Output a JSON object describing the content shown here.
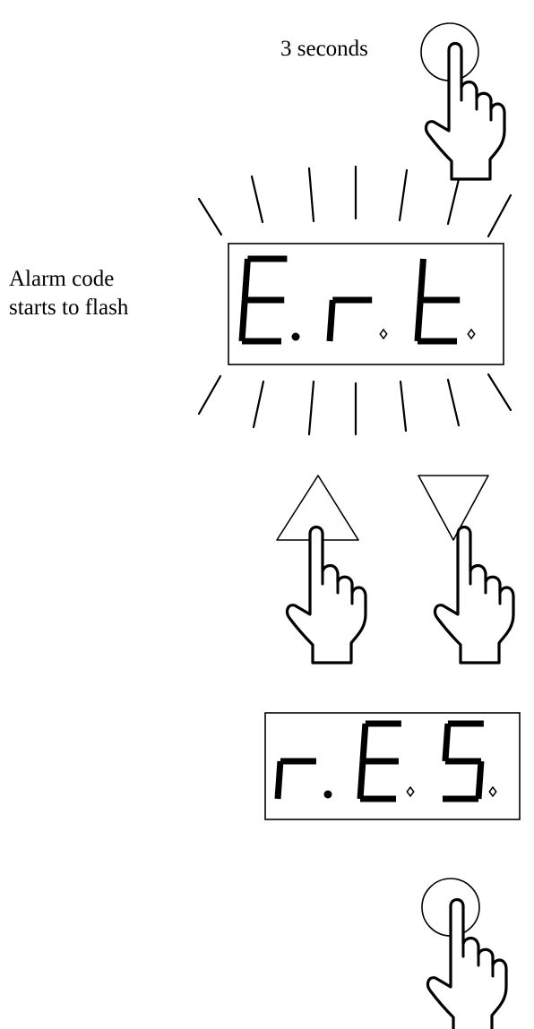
{
  "labels": {
    "hold_duration": "3 seconds",
    "alarm_line1": "Alarm code",
    "alarm_line2": "starts to flash"
  },
  "displays": {
    "alarm_code": {
      "chars": [
        "E",
        "r",
        "t"
      ],
      "dots": [
        true,
        false,
        false
      ],
      "state": "flashing"
    },
    "reset_code": {
      "chars": [
        "r",
        "E",
        "S"
      ],
      "dots": [
        true,
        false,
        false
      ]
    }
  },
  "icons": [
    "round-button-icon",
    "hand-press-icon",
    "up-arrow-button-icon",
    "down-arrow-button-icon"
  ],
  "colors": {
    "ink": "#000000",
    "background": "#ffffff"
  }
}
